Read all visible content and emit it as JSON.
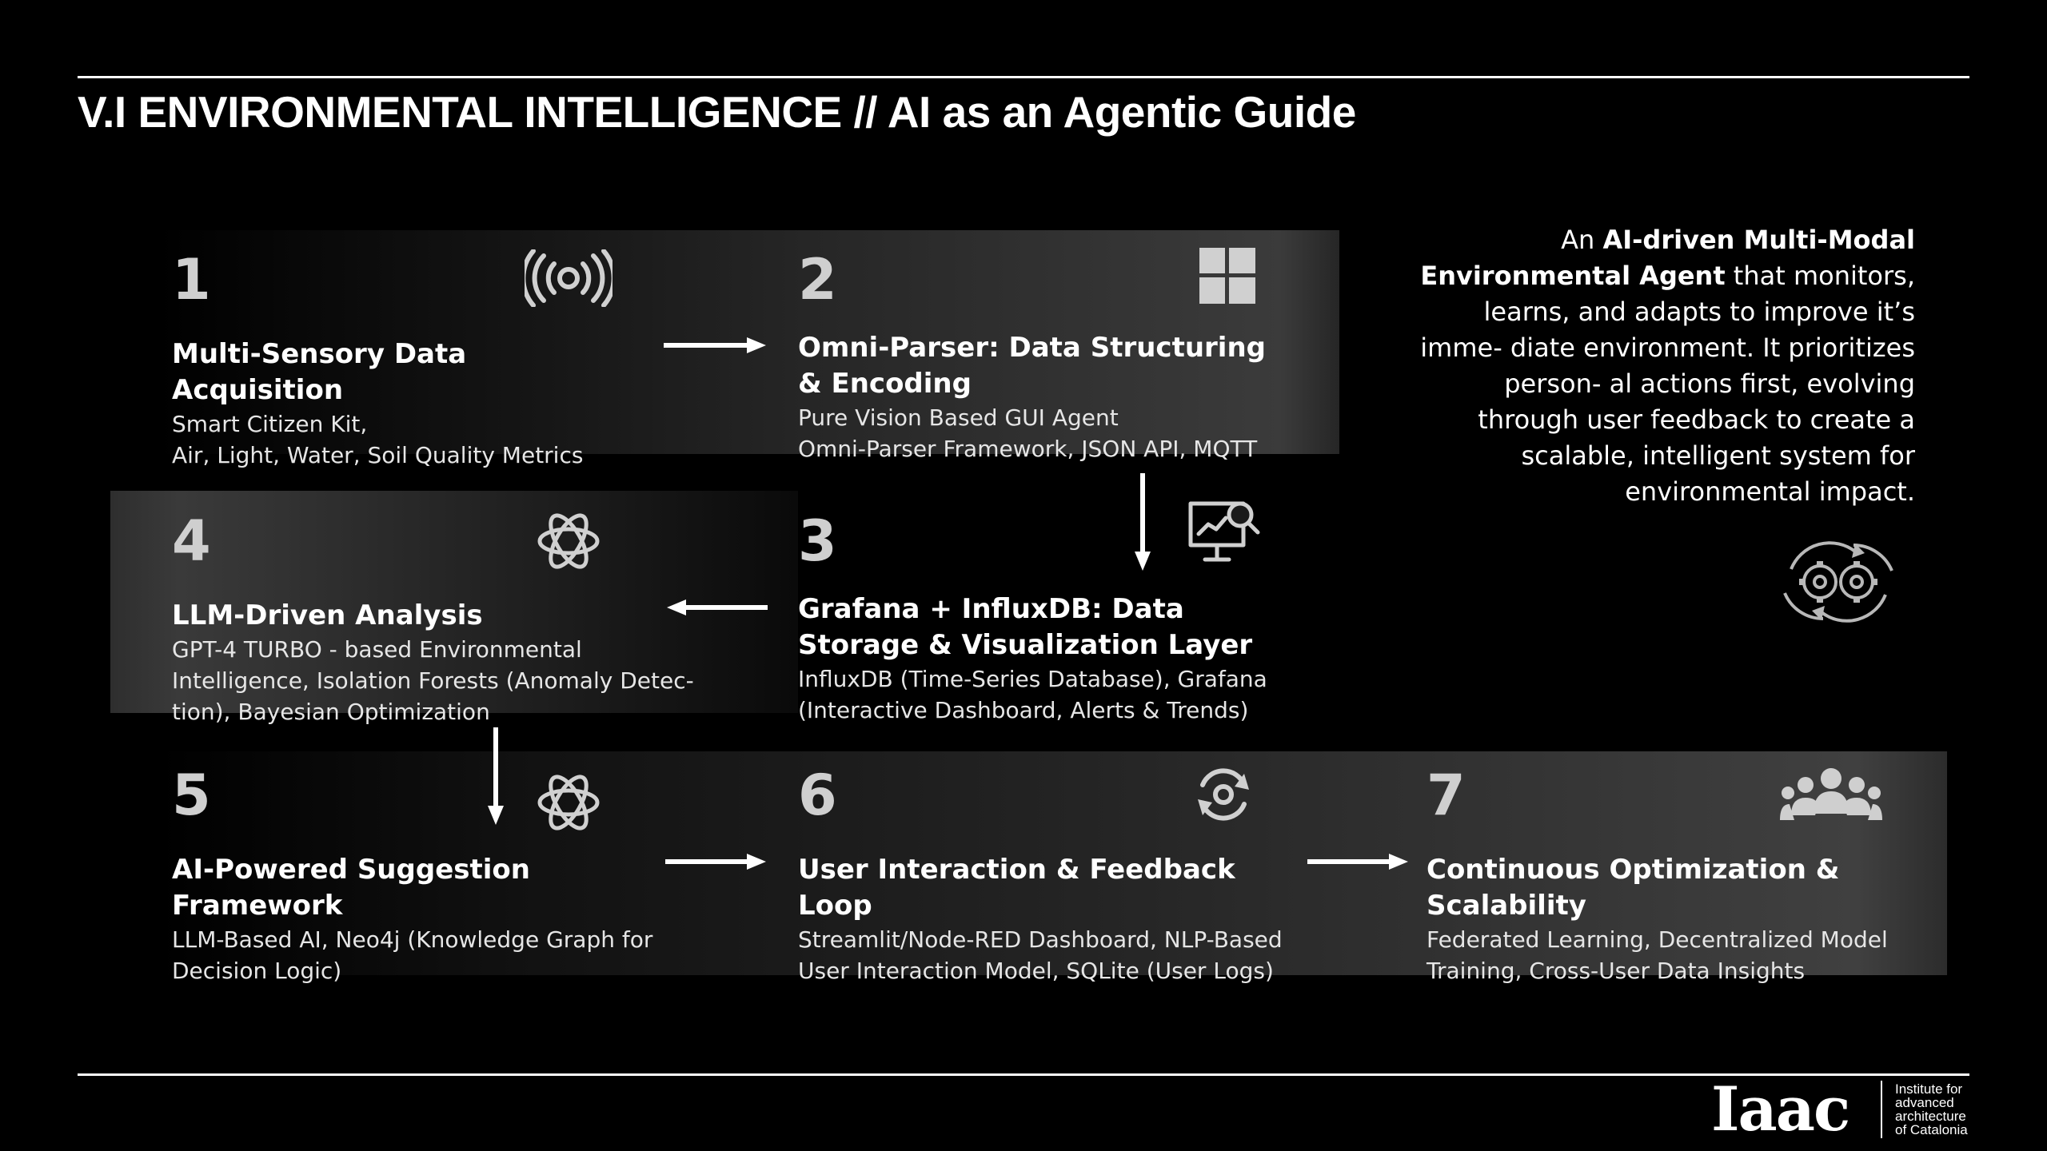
{
  "title": "V.I ENVIRONMENTAL INTELLIGENCE // AI as an Agentic Guide",
  "steps": [
    {
      "num": "1",
      "title": "Multi-Sensory Data Acquisition",
      "desc": [
        "Smart Citizen Kit,",
        "Air, Light, Water, Soil Quality Metrics"
      ],
      "icon": "broadcast-signal-icon"
    },
    {
      "num": "2",
      "title": "Omni-Parser: Data Structuring & Encoding",
      "desc": [
        "Pure Vision Based GUI Agent",
        "Omni-Parser Framework, JSON API, MQTT"
      ],
      "icon": "windows-grid-icon"
    },
    {
      "num": "3",
      "title": "Grafana + InfluxDB: Data Storage & Visualization Layer",
      "desc": [
        "InfluxDB (Time-Series Database), Grafana",
        "(Interactive Dashboard, Alerts & Trends)"
      ],
      "icon": "analytics-monitor-icon"
    },
    {
      "num": "4",
      "title": "LLM-Driven Analysis",
      "desc": [
        "GPT-4 TURBO - based Environmental",
        "Intelligence, Isolation Forests (Anomaly Detec-",
        "tion), Bayesian Optimization"
      ],
      "icon": "openai-logo-icon"
    },
    {
      "num": "5",
      "title": "AI-Powered Suggestion Framework",
      "desc": [
        "LLM-Based AI, Neo4j (Knowledge Graph for",
        "Decision Logic)"
      ],
      "icon": "openai-logo-icon"
    },
    {
      "num": "6",
      "title": "User Interaction & Feedback Loop",
      "desc": [
        "Streamlit/Node-RED Dashboard, NLP-Based",
        "User Interaction Model, SQLite (User Logs)"
      ],
      "icon": "refresh-cycle-icon"
    },
    {
      "num": "7",
      "title": "Continuous Optimization & Scalability",
      "desc": [
        "Federated Learning, Decentralized Model",
        "Training, Cross-User Data Insights"
      ],
      "icon": "user-group-icon"
    }
  ],
  "side_text": {
    "pre": "An ",
    "bold": "AI-driven Multi-Modal Environmental Agent",
    "post": " that monitors, learns, and adapts to improve it’s imme- diate environment. It prioritizes person- al actions first, evolving through user feedback to create a scalable, intelligent system for environmental impact."
  },
  "logo": {
    "mark_main": "Iaac",
    "text": [
      "Institute for",
      "advanced",
      "architecture",
      "of Catalonia"
    ]
  },
  "colors": {
    "background": "#000000",
    "text": "#ffffff"
  }
}
